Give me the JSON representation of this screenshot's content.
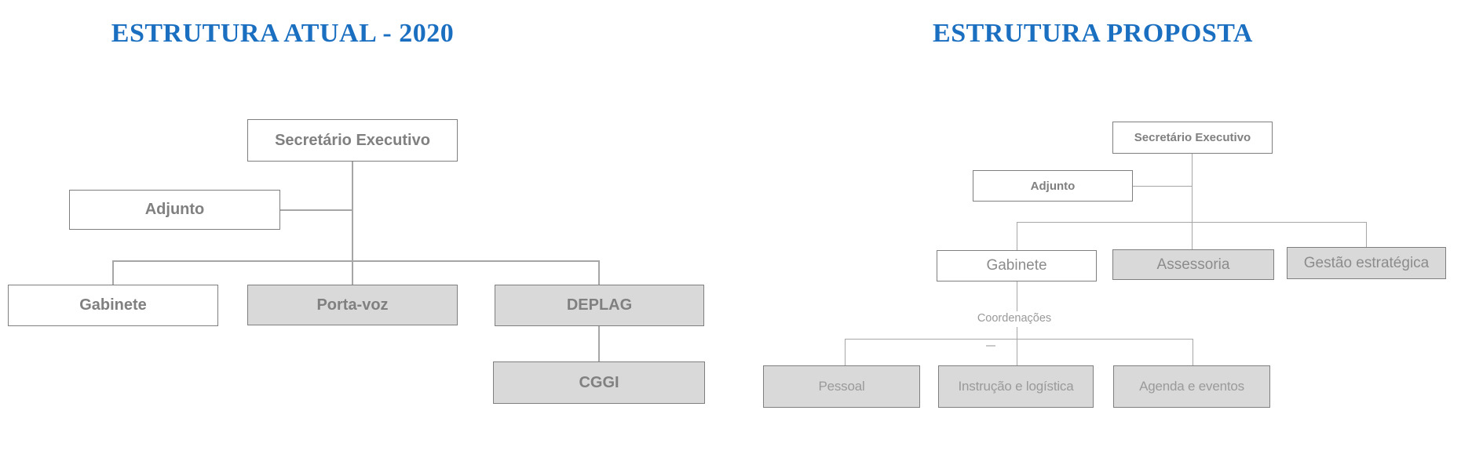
{
  "page": {
    "background": "#FFFFFF"
  },
  "colors": {
    "title_blue": "#1B6FC1",
    "box_fill_gray": "#D9D9D9",
    "box_fill_white": "#FFFFFF",
    "box_border": "#7F7F7F",
    "box_text_gray": "#808080",
    "connector_gray": "#A6A6A6"
  },
  "chart_atual": {
    "title": "ESTRUTURA ATUAL - 2020",
    "nodes": {
      "secretario": {
        "label": "Secretário Executivo",
        "fill": "white"
      },
      "adjunto": {
        "label": "Adjunto",
        "fill": "white"
      },
      "gabinete": {
        "label": "Gabinete",
        "fill": "white"
      },
      "porta_voz": {
        "label": "Porta-voz",
        "fill": "gray"
      },
      "deplag": {
        "label": "DEPLAG",
        "fill": "gray"
      },
      "cggi": {
        "label": "CGGI",
        "fill": "gray"
      }
    },
    "hierarchy": "Secretário Executivo > (Adjunto assistant) > Gabinete, Porta-voz, DEPLAG; DEPLAG > CGGI"
  },
  "chart_proposta": {
    "title": "ESTRUTURA PROPOSTA",
    "nodes": {
      "secretario": {
        "label": "Secretário Executivo",
        "fill": "white"
      },
      "adjunto": {
        "label": "Adjunto",
        "fill": "white"
      },
      "gabinete": {
        "label": "Gabinete",
        "fill": "white"
      },
      "assessoria": {
        "label": "Assessoria",
        "fill": "gray"
      },
      "gestao_estrategica": {
        "label": "Gestão estratégica",
        "fill": "gray"
      },
      "coordenacoes": {
        "label": "Coordenações"
      },
      "pessoal": {
        "label": "Pessoal",
        "fill": "gray"
      },
      "instrucao_logistica": {
        "label": "Instrução e logística",
        "fill": "gray"
      },
      "agenda_eventos": {
        "label": "Agenda e eventos",
        "fill": "gray"
      }
    },
    "hierarchy": "Secretário Executivo > (Adjunto assistant) > Gabinete, Assessoria, Gestão estratégica; Gabinete > Coordenações > Pessoal, Instrução e logística, Agenda e eventos"
  }
}
